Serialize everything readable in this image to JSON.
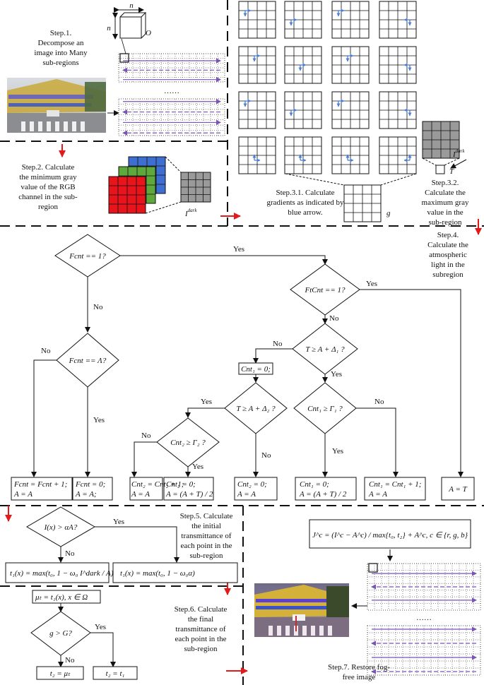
{
  "steps": {
    "s1": [
      "Step.1.",
      "Decompose an",
      "image into Many",
      "sub-regions"
    ],
    "s2": [
      "Step.2. Calculate",
      "the minimum gray",
      "value of the RGB",
      "channel in the sub-",
      "region"
    ],
    "s31": [
      "Step.3.1. Calculate",
      "gradients as indicated by",
      "blue arrow."
    ],
    "s32": [
      "Step.3.2.",
      "Calculate the",
      "maximum gray",
      "value in the",
      "sub-region"
    ],
    "s4": [
      "Step.4.",
      "Calculate the",
      "atmospheric",
      "light in the",
      "subregion"
    ],
    "s5": [
      "Step.5. Calculate",
      "the initial",
      "transmittance of",
      "each point in the",
      "sub-region"
    ],
    "s6": [
      "Step.6. Calculate",
      "the final",
      "transmittance of",
      "each point in the",
      "sub-region"
    ],
    "s7": [
      "Step.7. Restore fog-",
      "free image"
    ]
  },
  "symbols": {
    "n_top": "n",
    "n_left": "n",
    "O": "O",
    "I_dark": "I",
    "I_dark_sup": "dark",
    "T": "T",
    "g": "g",
    "dots": "……"
  },
  "flow": {
    "d_fcnt1": "Fcnt == 1?",
    "d_ftcnt1": "FtCnt == 1?",
    "d_fcntL": "Fcnt == Λ?",
    "d_TA1": "T ≥ A + Δ₁ ?",
    "d_TA2": "T ≥ A + Δ₂ ?",
    "d_cnt2": "Cnt₂ ≥ Γ₂ ?",
    "d_cnt1": "Cnt₁ ≥ Γ₁ ?",
    "b_cnt1zero": "Cnt₁ = 0;",
    "yes": "Yes",
    "no": "No",
    "boxes": [
      [
        "Fcnt = Fcnt + 1;",
        "A = A"
      ],
      [
        "Fcnt = 0;",
        "A = A;"
      ],
      [
        "Cnt₂ = Cnt₂ + 1;",
        "A = A"
      ],
      [
        "Cnt₂ = 0;",
        "A = (A + T) / 2"
      ],
      [
        "Cnt₂ = 0;",
        "A = A"
      ],
      [
        "Cnt₁ = 0;",
        "A = (A + T) / 2"
      ],
      [
        "Cnt₁ = Cnt₁ + 1;",
        "A = A"
      ],
      [
        "A = T",
        ""
      ]
    ],
    "d_IxA": "I(x) > αA?",
    "t1_left": "t₁(x) = max(t₀, 1 − ω₀ I^dark / A)",
    "t1_right": "t₁(x) = max(t₀, 1 − ω₀α)",
    "mu": "μₜ = t₁(x),  x ∈ Ω",
    "d_gG": "g > G?",
    "t2_left": "t₂ = μₜ",
    "t2_right": "t₂ = t₁",
    "restore": "J^c = (I^c − A^c) / max{t₀, t₂} + A^c, c ∈ {r, g, b}"
  },
  "colors": {
    "red": "#e8141c",
    "green": "#5fa83c",
    "blue": "#3d6fd0",
    "gray": "#9a9a9a",
    "purple": "#7a52b8",
    "arrowBlue": "#4a7fd4",
    "stepArrow": "#e21a1a"
  }
}
